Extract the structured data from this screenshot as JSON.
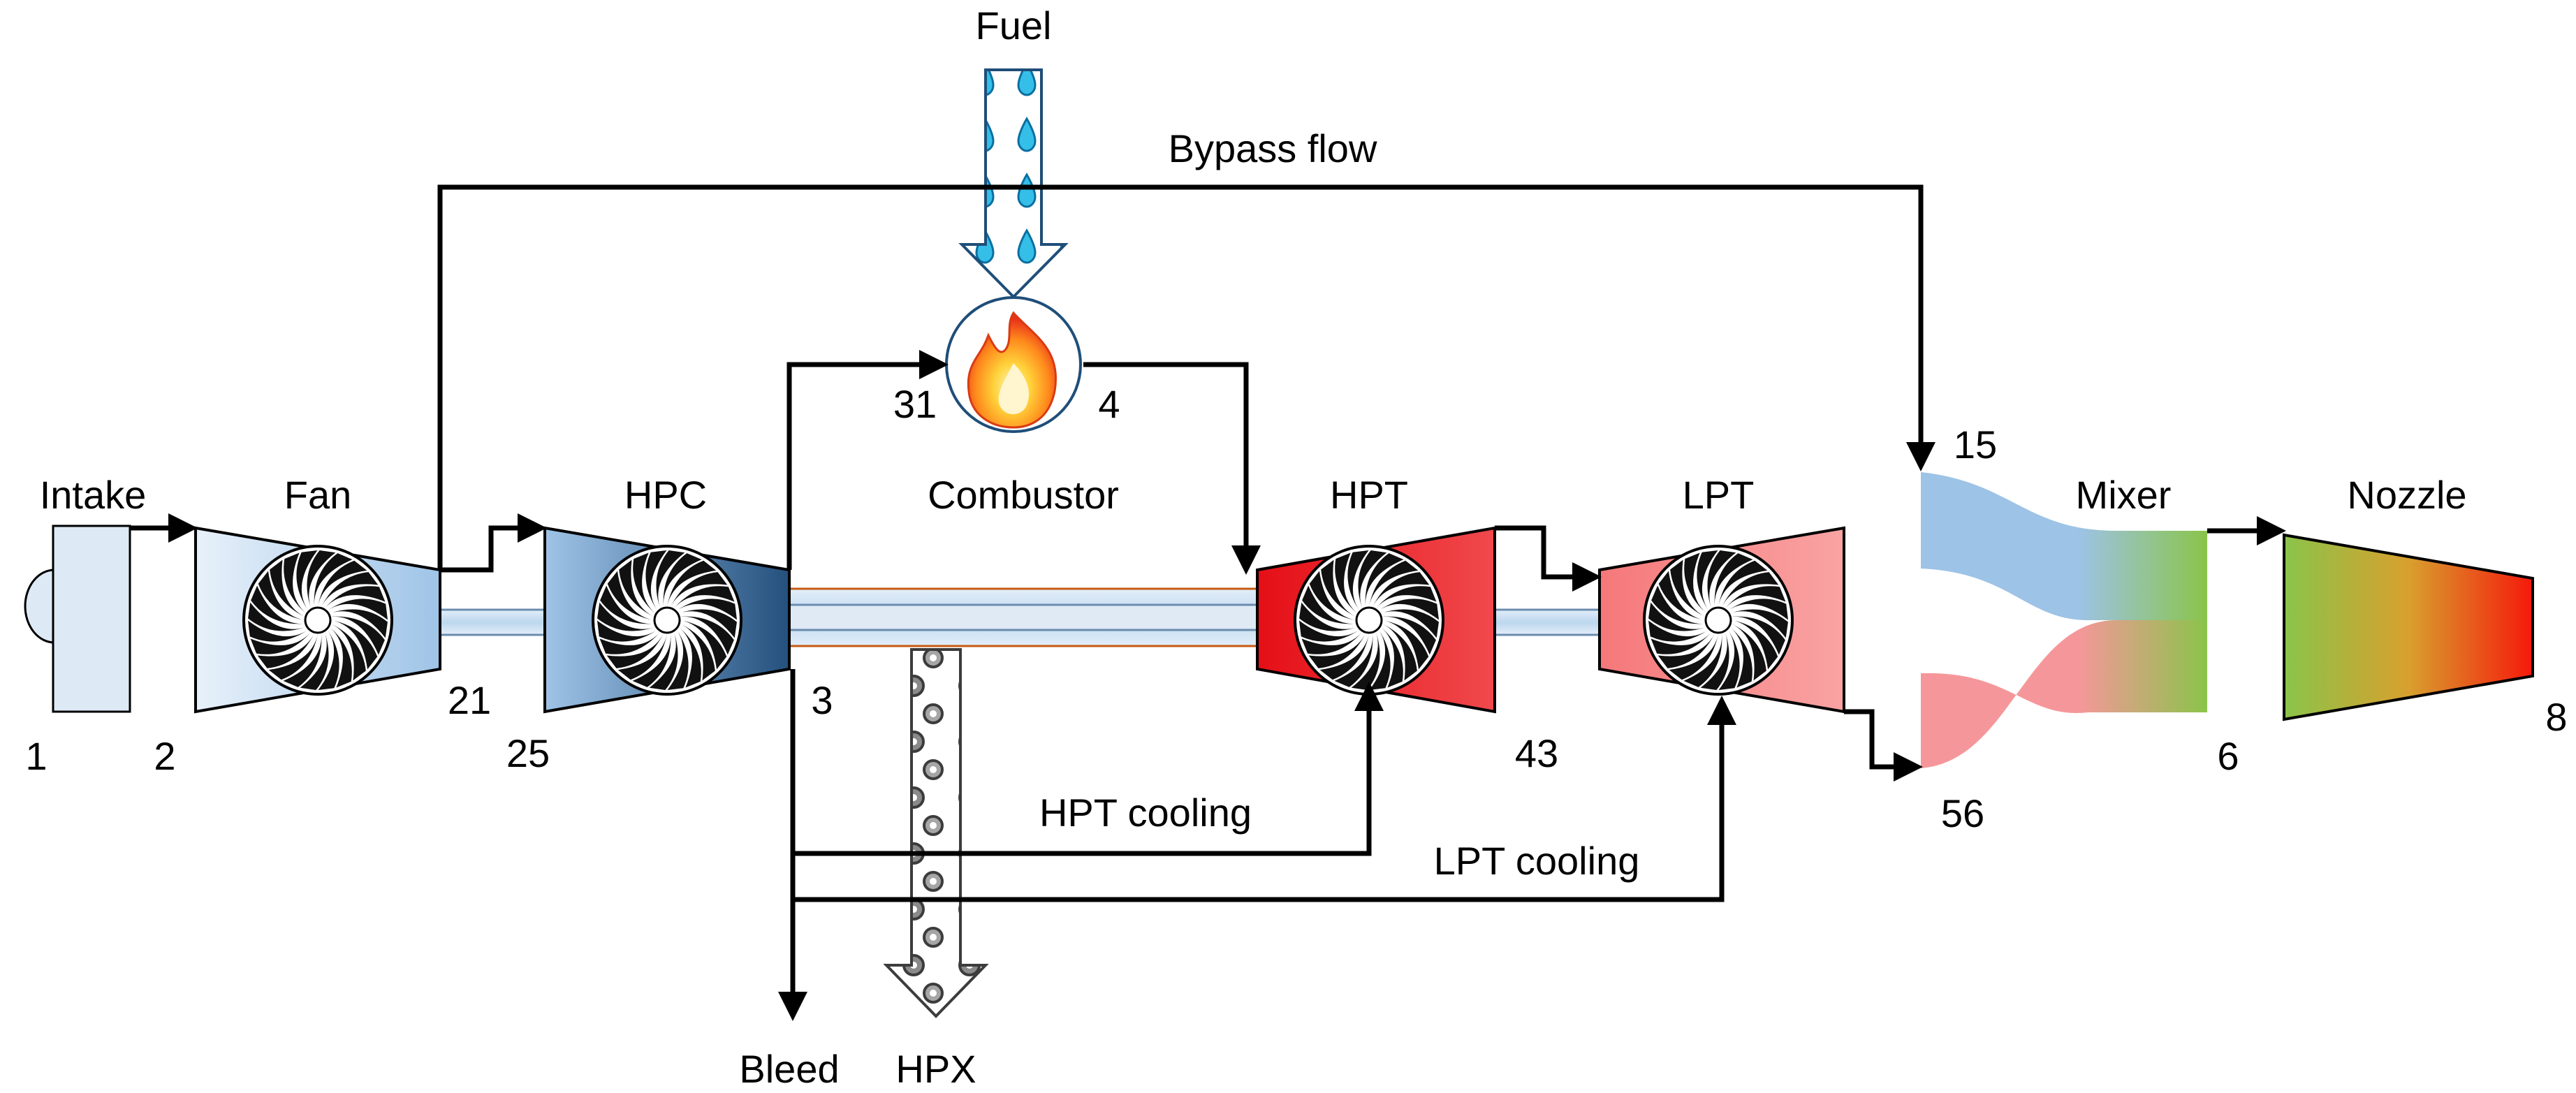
{
  "components": {
    "intake": "Intake",
    "fan": "Fan",
    "hpc": "HPC",
    "combustor": "Combustor",
    "hpt": "HPT",
    "lpt": "LPT",
    "mixer": "Mixer",
    "nozzle": "Nozzle"
  },
  "flows": {
    "fuel": "Fuel",
    "bypass": "Bypass flow",
    "hpt_cooling": "HPT cooling",
    "lpt_cooling": "LPT cooling",
    "bleed": "Bleed",
    "hpx": "HPX"
  },
  "stations": {
    "s1": "1",
    "s2": "2",
    "s21": "21",
    "s25": "25",
    "s3": "3",
    "s31": "31",
    "s4": "4",
    "s43": "43",
    "s15": "15",
    "s56": "56",
    "s6": "6",
    "s8": "8"
  },
  "colors": {
    "fan": "#dbe9f6",
    "hpc_dark": "#2e5a88",
    "hpt": "#e8161b",
    "lpt": "#f79a9a",
    "mixer_cold": "#9dc3e6",
    "mixer_hot": "#f5979a",
    "mixer_out": "#8ac44a",
    "nozzle_in": "#8ac44a",
    "nozzle_out": "#f5190b",
    "shaft": "#bdd7ee",
    "hot_shaft_border": "#c55a11"
  }
}
